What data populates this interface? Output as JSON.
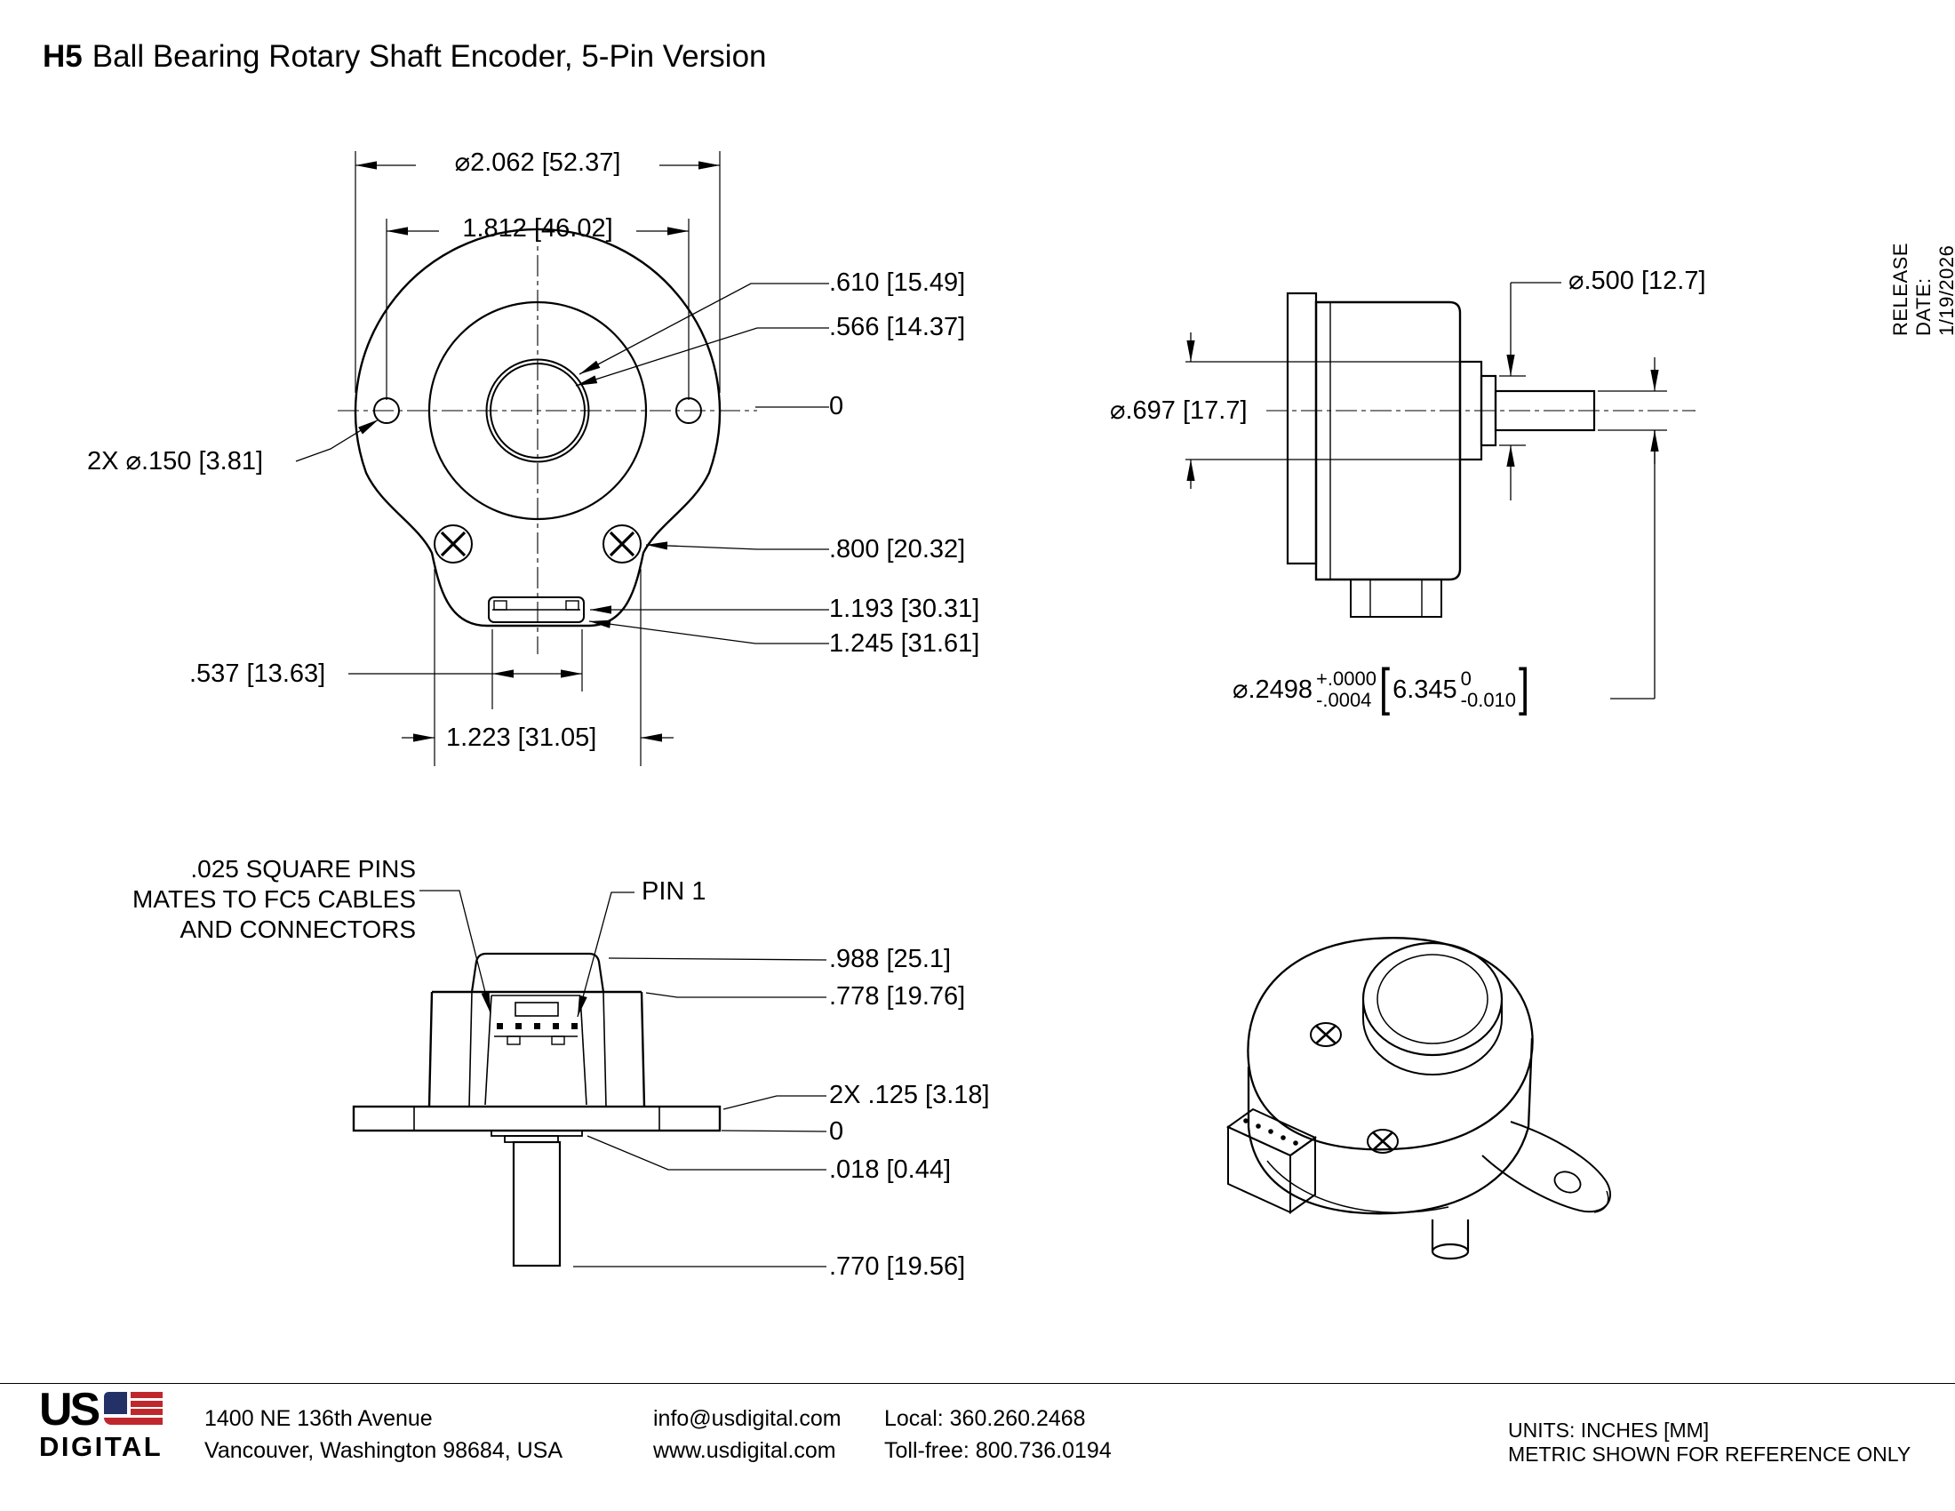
{
  "title": {
    "model": "H5",
    "rest": "Ball Bearing Rotary Shaft Encoder, 5-Pin Version"
  },
  "release_date": "RELEASE DATE: 1/19/2026",
  "front_view": {
    "dim_flange_dia": "⌀2.062 [52.37]",
    "dim_hole_span": "1.812 [46.02]",
    "dim_bushing_od": ".610 [15.49]",
    "dim_bushing_id": ".566 [14.37]",
    "datum_zero": "0",
    "dim_mount_holes": "2X ⌀.150 [3.81]",
    "dim_screw_center": ".800 [20.32]",
    "dim_conn_top": "1.193 [30.31]",
    "dim_conn_bottom": "1.245 [31.61]",
    "dim_conn_offset": ".537 [13.63]",
    "dim_boss_width": "1.223 [31.05]"
  },
  "side_view": {
    "dim_bushing_dia": "⌀.500 [12.7]",
    "dim_boss_dia": "⌀.697 [17.7]",
    "shaft_dia": {
      "prefix": "⌀.2498",
      "tol_plus": "+.0000",
      "tol_minus": "-.0004",
      "bracket_open": "[",
      "metric": "6.345",
      "metric_plus": "0",
      "metric_minus": "-0.010",
      "bracket_close": "]"
    }
  },
  "bottom_view": {
    "note_line1": ".025 SQUARE PINS",
    "note_line2": "MATES TO FC5 CABLES",
    "note_line3": "AND CONNECTORS",
    "label_pin1": "PIN 1",
    "dim_height_total": ".988 [25.1]",
    "dim_height_body": ".778 [19.76]",
    "dim_flange_thk": "2X .125 [3.18]",
    "datum_zero": "0",
    "dim_hub_step": ".018 [0.44]",
    "dim_shaft_len": ".770 [19.56]"
  },
  "footer": {
    "logo_us": "US",
    "logo_digital": "DIGITAL",
    "address_line1": "1400 NE 136th Avenue",
    "address_line2": "Vancouver, Washington 98684, USA",
    "email": "info@usdigital.com",
    "website": "www.usdigital.com",
    "phone_local": "Local: 360.260.2468",
    "phone_tollfree": "Toll-free: 800.736.0194",
    "units_line1": "UNITS: INCHES [MM]",
    "units_line2": "METRIC SHOWN FOR REFERENCE ONLY"
  },
  "colors": {
    "line": "#000000",
    "logo_navy": "#243166",
    "logo_red": "#c0272d"
  }
}
